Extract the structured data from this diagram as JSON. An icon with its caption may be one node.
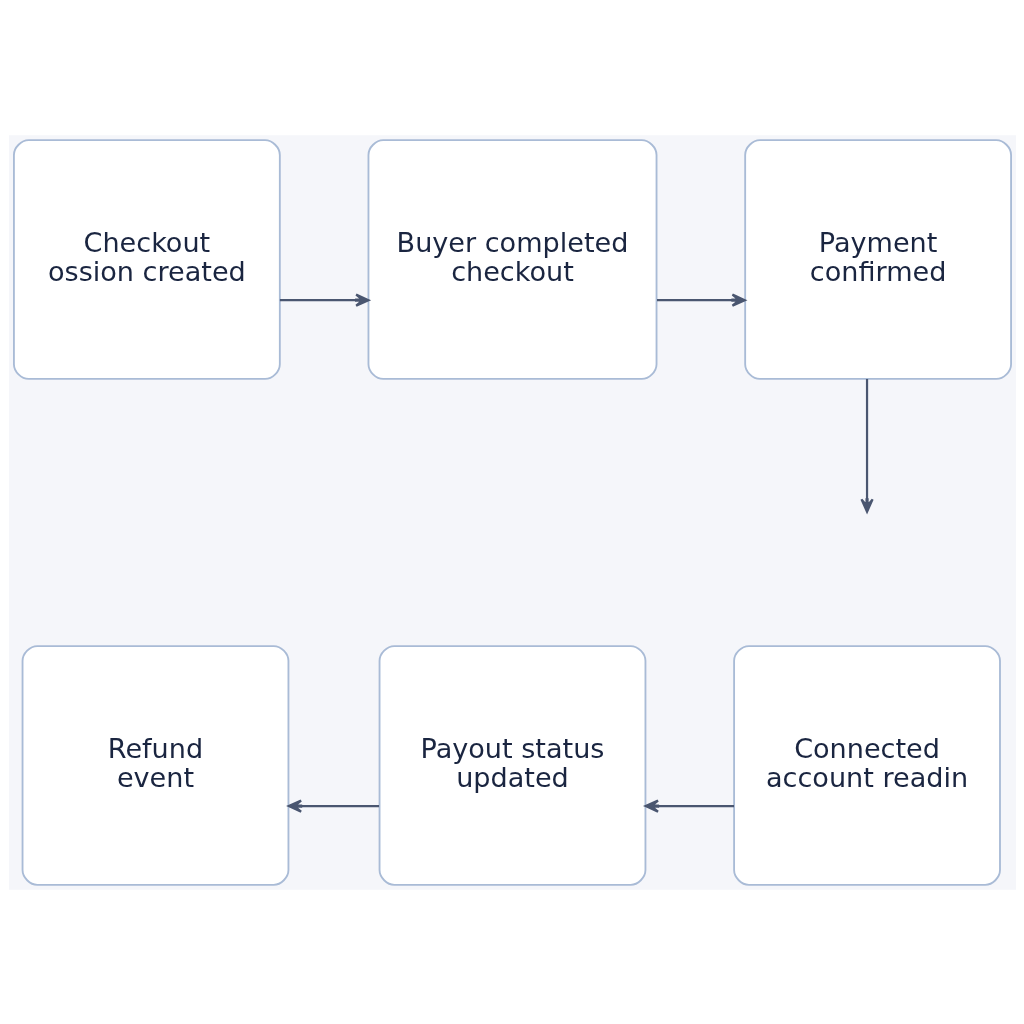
{
  "diagram": {
    "nodes": [
      {
        "text": [
          "Checkout ossion created"
        ]
      },
      {
        "text": [
          "Buyer completed checkout"
        ]
      },
      {
        "text": [
          "Payment confirmed"
        ]
      },
      {
        "text": [
          "Refund event"
        ]
      },
      {
        "text": [
          "Payout status updated"
        ]
      },
      {
        "text": [
          "Connected account readin"
        ]
      }
    ],
    "edges": [
      {
        "from": 0,
        "to": 1,
        "arrow": "to"
      },
      {
        "from": 1,
        "to": 2,
        "arrow": "to"
      },
      {
        "from": 2,
        "to": null,
        "arrow": "to"
      },
      {
        "from": 5,
        "to": 4,
        "arrow": "to"
      },
      {
        "from": 4,
        "to": 3,
        "arrow": "to"
      }
    ]
  }
}
